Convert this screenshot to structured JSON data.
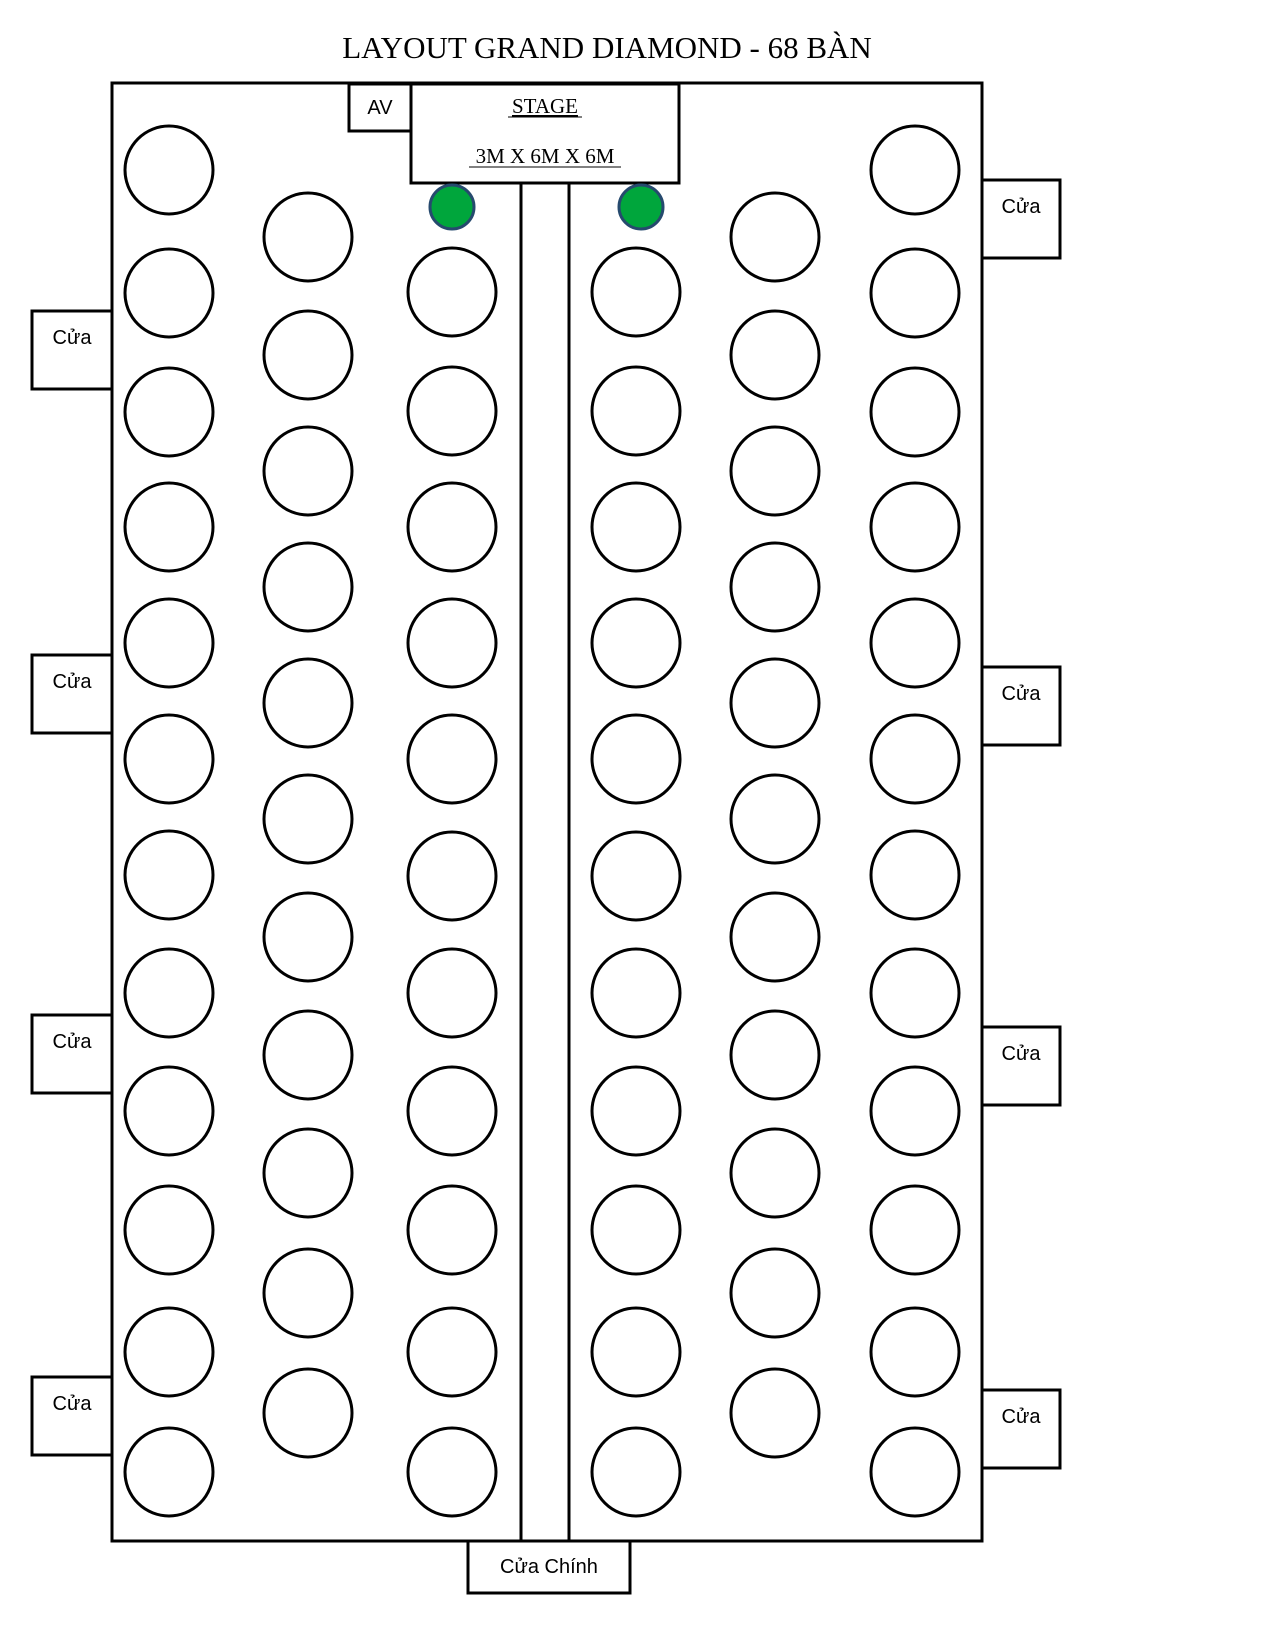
{
  "title": "LAYOUT GRAND DIAMOND - 68 BÀN",
  "av_label": "AV",
  "stage": {
    "label": "STAGE",
    "dimensions": "3M X 6M X 6M"
  },
  "door_label": "Cửa",
  "main_door_label": "Cửa Chính",
  "colors": {
    "line": "#000000",
    "accent_dot_fill": "#00a63c",
    "accent_dot_stroke": "#264a6e",
    "background": "#ffffff"
  }
}
